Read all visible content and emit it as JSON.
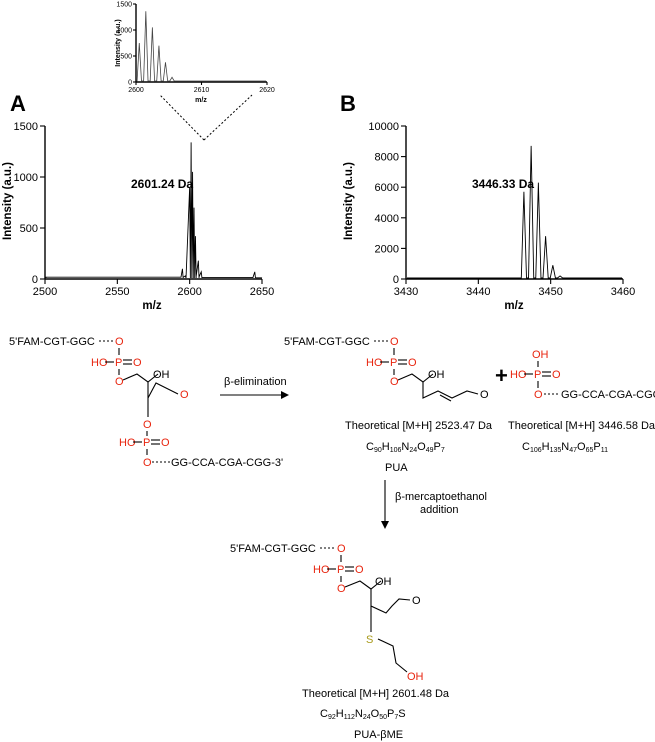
{
  "chart_data": [
    {
      "type": "line",
      "panel_label": "A",
      "xlabel": "m/z",
      "ylabel": "Intensity (a.u.)",
      "xlim": [
        2500,
        2650
      ],
      "ylim": [
        0,
        1500
      ],
      "xticks": [
        "2500",
        "2550",
        "2600",
        "2650"
      ],
      "yticks": [
        "0",
        "500",
        "1000",
        "1500"
      ],
      "peak_label": "2601.24 Da",
      "series": [
        {
          "x": [
            2595,
            2597,
            2600,
            2601,
            2602,
            2603,
            2604,
            2606,
            2608,
            2645
          ],
          "y": [
            100,
            30,
            900,
            1340,
            1050,
            700,
            420,
            180,
            70,
            70
          ]
        }
      ]
    },
    {
      "type": "line",
      "panel_label": "inset",
      "xlabel": "m/z",
      "ylabel": "Intensity (a.u.)",
      "xlim": [
        2600,
        2620
      ],
      "ylim": [
        0,
        1500
      ],
      "xticks": [
        "2600",
        "2610",
        "2620"
      ],
      "yticks": [
        "0",
        "500",
        "1000",
        "1500"
      ],
      "series": [
        {
          "x": [
            2600.5,
            2601.5,
            2602.5,
            2603.5,
            2604.5,
            2605.5
          ],
          "y": [
            750,
            1360,
            1050,
            700,
            380,
            90
          ]
        }
      ]
    },
    {
      "type": "line",
      "panel_label": "B",
      "xlabel": "m/z",
      "ylabel": "Intensity (a.u.)",
      "xlim": [
        3430,
        3460
      ],
      "ylim": [
        0,
        10000
      ],
      "xticks": [
        "3430",
        "3440",
        "3450",
        "3460"
      ],
      "yticks": [
        "0",
        "2000",
        "4000",
        "6000",
        "8000",
        "10000"
      ],
      "peak_label": "3446.33 Da",
      "series": [
        {
          "x": [
            3446.3,
            3447.3,
            3448.3,
            3449.3,
            3450.3,
            3451.3
          ],
          "y": [
            5700,
            8700,
            6300,
            2800,
            900,
            200
          ]
        }
      ]
    }
  ],
  "scheme": {
    "strand5": "5'FAM-CGT-GGC",
    "strand3": "GG-CCA-CGA-CGG-3'",
    "step1": "β-elimination",
    "plus": "+",
    "step2_l1": "β-mercaptoethanol",
    "step2_l2": "addition",
    "pua_mass": "Theoretical [M+H] 2523.47 Da",
    "pua_name": "PUA",
    "frag3_mass": "Theoretical [M+H] 3446.58 Da",
    "bme_mass": "Theoretical [M+H] 2601.48 Da",
    "bme_name": "PUA-βME",
    "atom_O": "O",
    "atom_P": "P",
    "atom_OH": "OH",
    "atom_HO": "HO",
    "atom_S": "S",
    "pua_formula": [
      "C",
      "90",
      "H",
      "106",
      "N",
      "24",
      "O",
      "49",
      "P",
      "7"
    ],
    "frag3_formula": [
      "C",
      "106",
      "H",
      "135",
      "N",
      "47",
      "O",
      "65",
      "P",
      "11"
    ],
    "bme_formula": [
      "C",
      "92",
      "H",
      "112",
      "N",
      "24",
      "O",
      "50",
      "P",
      "7",
      "S",
      ""
    ]
  }
}
